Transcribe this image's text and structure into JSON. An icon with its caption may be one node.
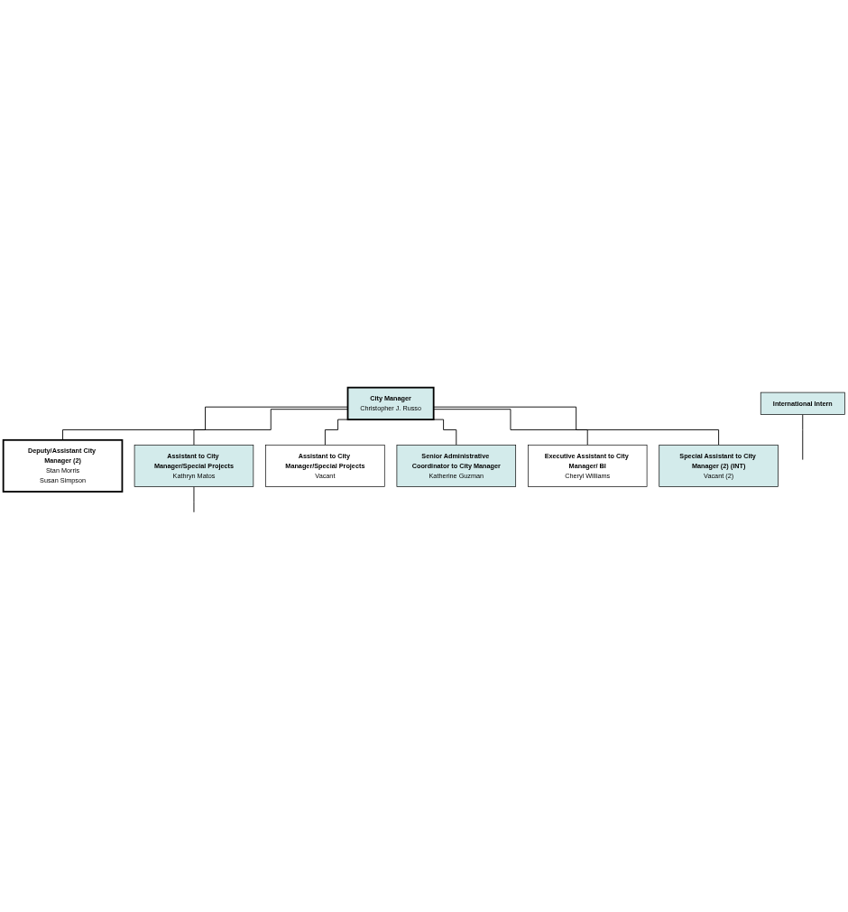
{
  "diagram": {
    "nodes": [
      {
        "text": [
          "City Manager",
          "Christopher J. Russo"
        ]
      },
      {
        "text": [
          "Deputy/Assistant City Manager (2)",
          "Stan Morris",
          "Susan Simpson"
        ]
      },
      {
        "text": [
          "Assistant to City Manager/Special Projects",
          "Kathryn Matos"
        ]
      },
      {
        "text": [
          "Assistant to City Manager/Special Projects",
          "Vacant"
        ]
      },
      {
        "text": [
          "International Intern"
        ]
      },
      {
        "text": [
          "Senior Administrative Coordinator to City Manager",
          "Katherine Guzman"
        ]
      },
      {
        "text": [
          "Executive Assistant to City Manager/ BI",
          "Cheryl Williams"
        ]
      },
      {
        "text": [
          "Special Assistant to City Manager (2) (INT)",
          "Vacant (2)"
        ]
      }
    ],
    "edges": [
      {
        "from": 0,
        "to": 1,
        "arrow": "none"
      },
      {
        "from": 0,
        "to": 2,
        "arrow": "none"
      },
      {
        "from": 0,
        "to": 3,
        "arrow": "none"
      },
      {
        "from": 0,
        "to": 6,
        "arrow": "none"
      },
      {
        "from": 0,
        "to": 5,
        "arrow": "none"
      },
      {
        "from": 0,
        "to": 7,
        "arrow": "none"
      },
      {
        "from": 2,
        "to": null,
        "arrow": "none"
      },
      {
        "from": 4,
        "to": null,
        "arrow": "none"
      }
    ]
  }
}
